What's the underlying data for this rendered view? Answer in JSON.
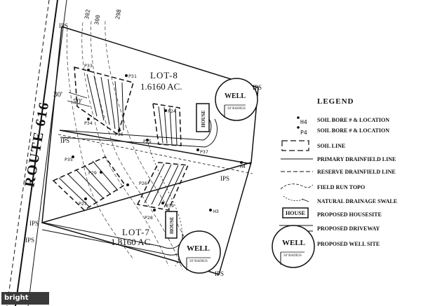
{
  "road_label": "ROUTE 616",
  "setback_30": "30'",
  "setback_50": "50'",
  "lot8": {
    "name": "LOT-8",
    "area": "1.6160 AC."
  },
  "lot7": {
    "name": "LOT-7",
    "area": "1.8160 AC."
  },
  "pin_label": "IPS",
  "house_label": "HOUSE",
  "well_label": "WELL",
  "radius_label": "50' RADIUS",
  "contours": [
    "302",
    "300",
    "298"
  ],
  "soil_bores": [
    "P33",
    "P31",
    "P34",
    "P24",
    "P36",
    "P25",
    "P37",
    "P35",
    "P29",
    "P26",
    "P27",
    "P28",
    "P39",
    "H4",
    "H3"
  ],
  "legend": {
    "title": "LEGEND",
    "items": [
      {
        "symbol": "H4",
        "label": "SOIL BORE # & LOCATION"
      },
      {
        "symbol": "P4",
        "label": "SOIL BORE # & LOCATION"
      },
      {
        "symbol": "",
        "label": "SOIL LINE"
      },
      {
        "symbol": "",
        "label": "PRIMARY DRAINFIELD LINE"
      },
      {
        "symbol": "",
        "label": "RESERVE DRAINFIELD LINE"
      },
      {
        "symbol": "",
        "label": "FIELD RUN TOPO"
      },
      {
        "symbol": "",
        "label": "NATURAL DRAINAGE SWALE"
      },
      {
        "symbol": "HOUSE",
        "label": "PROPOSED HOUSESITE"
      },
      {
        "symbol": "",
        "label": "PROPOSED DRIVEWAY"
      },
      {
        "symbol": "WELL",
        "label": "PROPOSED WELL SITE"
      }
    ]
  },
  "watermark": "bright"
}
